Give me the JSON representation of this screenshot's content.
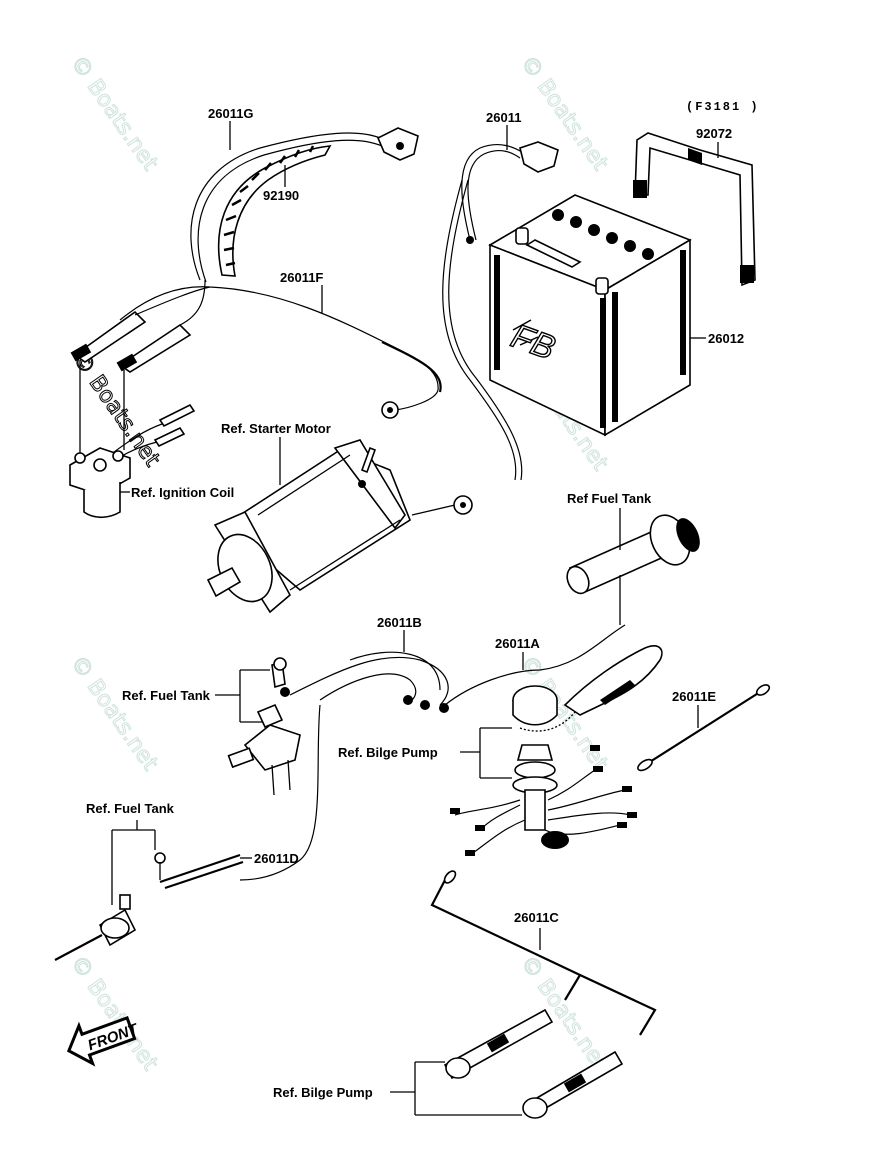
{
  "diagram": {
    "figure_code": "(F3181 )",
    "watermark": "© Boats.net",
    "front_arrow": "FRONT",
    "battery_brand": "FB",
    "callouts": [
      {
        "id": "26011G",
        "label": "26011G"
      },
      {
        "id": "92190",
        "label": "92190"
      },
      {
        "id": "26011",
        "label": "26011"
      },
      {
        "id": "92072",
        "label": "92072"
      },
      {
        "id": "26011F",
        "label": "26011F"
      },
      {
        "id": "26012",
        "label": "26012"
      },
      {
        "id": "ref-starter-motor",
        "label": "Ref. Starter Motor"
      },
      {
        "id": "ref-ignition-coil",
        "label": "Ref. Ignition Coil"
      },
      {
        "id": "ref-fuel-tank-right",
        "label": "Ref  Fuel Tank"
      },
      {
        "id": "26011B",
        "label": "26011B"
      },
      {
        "id": "26011A",
        "label": "26011A"
      },
      {
        "id": "ref-fuel-tank-mid",
        "label": "Ref. Fuel Tank"
      },
      {
        "id": "26011E",
        "label": "26011E"
      },
      {
        "id": "ref-bilge-pump-mid",
        "label": "Ref. Bilge Pump"
      },
      {
        "id": "ref-fuel-tank-left",
        "label": "Ref. Fuel Tank"
      },
      {
        "id": "26011D",
        "label": "26011D"
      },
      {
        "id": "26011C",
        "label": "26011C"
      },
      {
        "id": "ref-bilge-pump-bottom",
        "label": "Ref. Bilge Pump"
      }
    ]
  }
}
